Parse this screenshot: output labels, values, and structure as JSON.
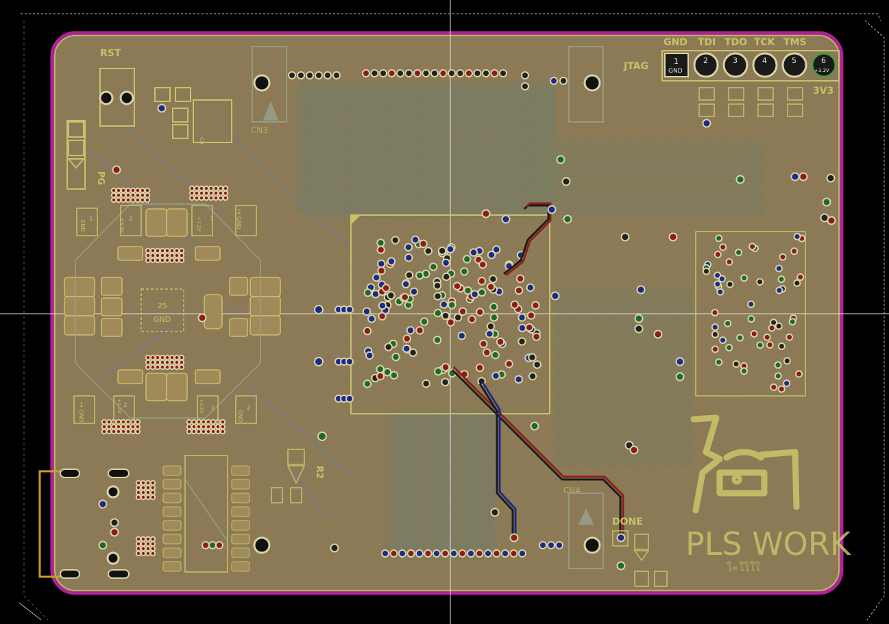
{
  "board": {
    "colors": {
      "background": "#000000",
      "board_fill": "#8b7a55",
      "board_outline": "#b0209a",
      "silkscreen": "#c9c16a",
      "copper_red": "#8c1c1c",
      "copper_blue": "#1c2a8c",
      "copper_green": "#1f6a2a",
      "via_ring": "#d8d4a8",
      "trace_gray": "#7a7a80",
      "crosshair": "#e6e6e6"
    },
    "labels": {
      "rst": "RST",
      "pg": "PG",
      "jtag": "JTAG",
      "v3v3": "3V3",
      "r2": "R2",
      "done": "DONE",
      "cn3": "CN3",
      "cn4": "CN4",
      "ic_center": "25",
      "ic_gnd": "GND",
      "brand": "PLS WORK",
      "brand_sub": "ใ«ใใใใ"
    },
    "jtag_header": {
      "signal_names": [
        "GND",
        "TDI",
        "TDO",
        "TCK",
        "TMS"
      ],
      "pins": [
        "1",
        "2",
        "3",
        "4",
        "5",
        "6"
      ],
      "pin1_sub": "GND",
      "pin6_sub": "+3.3V"
    },
    "regulator_labels": {
      "top_left": {
        "pin1": "1",
        "pin2": "2",
        "name": "GND",
        "rail": "+3.3V"
      },
      "top_right": {
        "pin1": "1",
        "pin2": "2",
        "name": "GND",
        "rail": "+1.2V"
      },
      "bottom_left": {
        "pin1": "1",
        "pin2": "2",
        "name": "GND",
        "rail": "+1.5V"
      },
      "bottom_right": {
        "pin1": "1",
        "pin2": "2",
        "name": "GND",
        "rail": "+2.5V"
      }
    },
    "cap_label": "C6"
  }
}
